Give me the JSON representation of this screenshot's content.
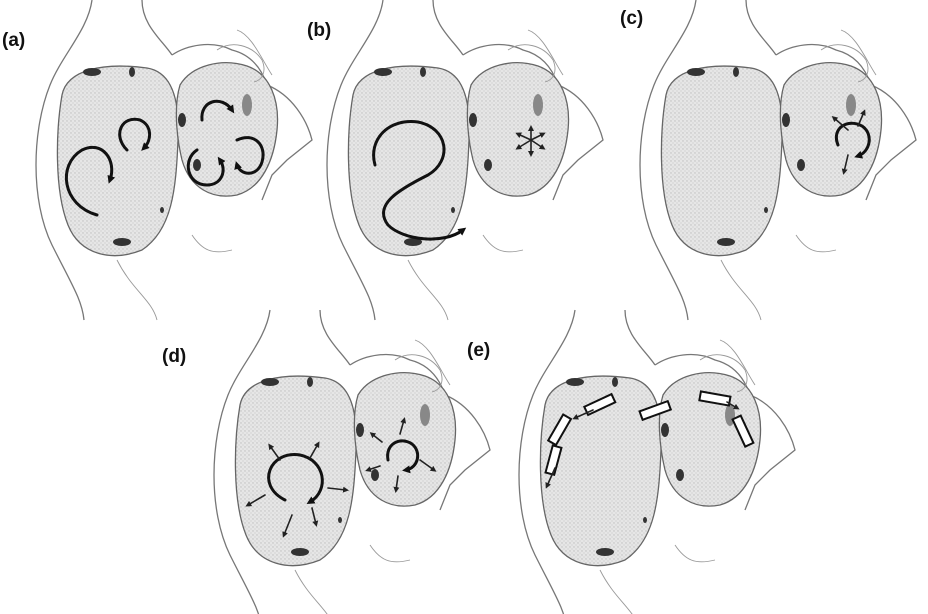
{
  "panels": [
    {
      "id": "a",
      "label": "(a)"
    },
    {
      "id": "b",
      "label": "(b)"
    },
    {
      "id": "c",
      "label": "(c)"
    },
    {
      "id": "d",
      "label": "(d)"
    },
    {
      "id": "e",
      "label": "(e)"
    }
  ]
}
